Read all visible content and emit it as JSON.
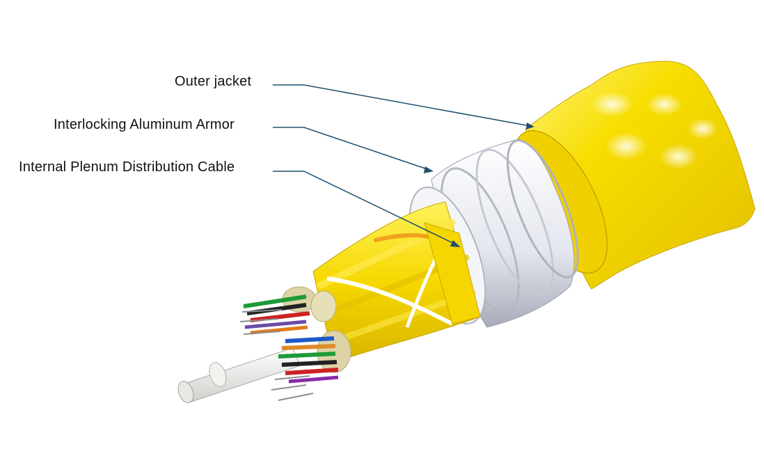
{
  "labels": {
    "outer_jacket": "Outer jacket",
    "armor": "Interlocking Aluminum Armor",
    "plenum": "Internal Plenum Distribution Cable"
  },
  "colors": {
    "jacket_yellow": "#f5dc00",
    "leader_line": "#1f4e6e",
    "armor_white": "#e6e8ee",
    "buffer_tan": "#dcd3a6"
  }
}
